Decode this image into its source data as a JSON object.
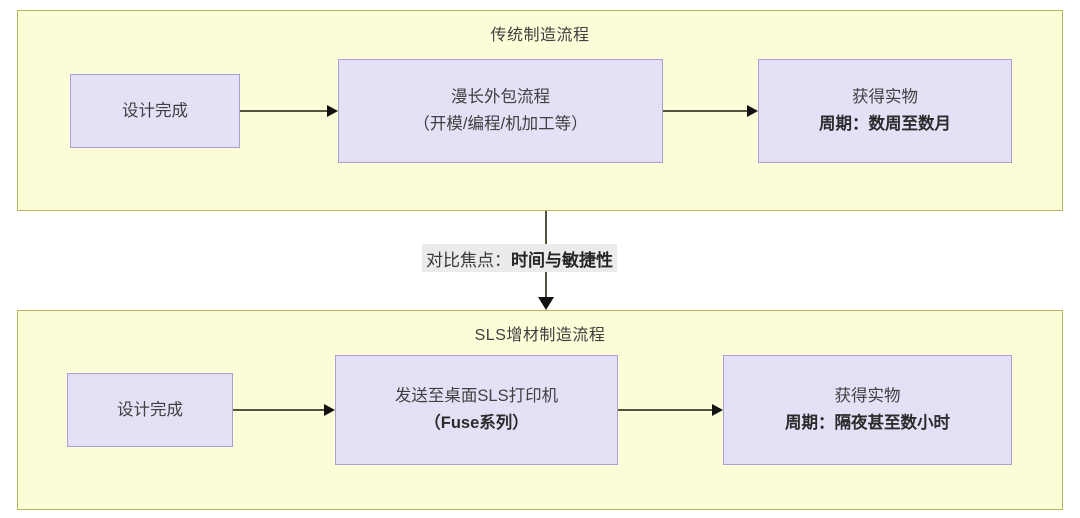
{
  "diagram": {
    "title_internal": "传统制造 vs SLS增材制造流程对比",
    "colors": {
      "group_fill": "#fcfcd8",
      "group_border": "#b5b55a",
      "node_fill": "#e4e1f7",
      "node_border": "#a99fd0",
      "arrow_shaft": "#53543a",
      "arrow_head": "#111111",
      "label_background": "#ebebeb",
      "text": "#404040"
    }
  },
  "groups": {
    "traditional": {
      "title": "传统制造流程",
      "nodes": [
        {
          "id": "t1",
          "lines": [
            {
              "text": "设计完成",
              "bold": false
            }
          ]
        },
        {
          "id": "t2",
          "lines": [
            {
              "text": "漫长外包流程",
              "bold": false
            },
            {
              "text": "（开模/编程/机加工等）",
              "bold": false
            }
          ]
        },
        {
          "id": "t3",
          "lines": [
            {
              "text": "获得实物",
              "bold": false
            },
            {
              "text": "周期：数周至数月",
              "bold": true
            }
          ]
        }
      ],
      "arrows": [
        {
          "id": "t1",
          "from": "t1",
          "to": "t2",
          "direction": "right"
        },
        {
          "id": "t2",
          "from": "t2",
          "to": "t3",
          "direction": "right"
        }
      ]
    },
    "sls": {
      "title": "SLS增材制造流程",
      "nodes": [
        {
          "id": "b1",
          "lines": [
            {
              "text": "设计完成",
              "bold": false
            }
          ]
        },
        {
          "id": "b2",
          "lines": [
            {
              "text": "发送至桌面SLS打印机",
              "bold": false
            },
            {
              "text": "（Fuse系列）",
              "bold": true
            }
          ]
        },
        {
          "id": "b3",
          "lines": [
            {
              "text": "获得实物",
              "bold": false
            },
            {
              "text": "周期：隔夜甚至数小时",
              "bold": true
            }
          ]
        }
      ],
      "arrows": [
        {
          "id": "b1",
          "from": "b1",
          "to": "b2",
          "direction": "right"
        },
        {
          "id": "b2",
          "from": "b2",
          "to": "b3",
          "direction": "right"
        }
      ]
    }
  },
  "connector": {
    "direction": "down",
    "label_prefix": "对比焦点：",
    "label_emphasis": "时间与敏捷性"
  }
}
